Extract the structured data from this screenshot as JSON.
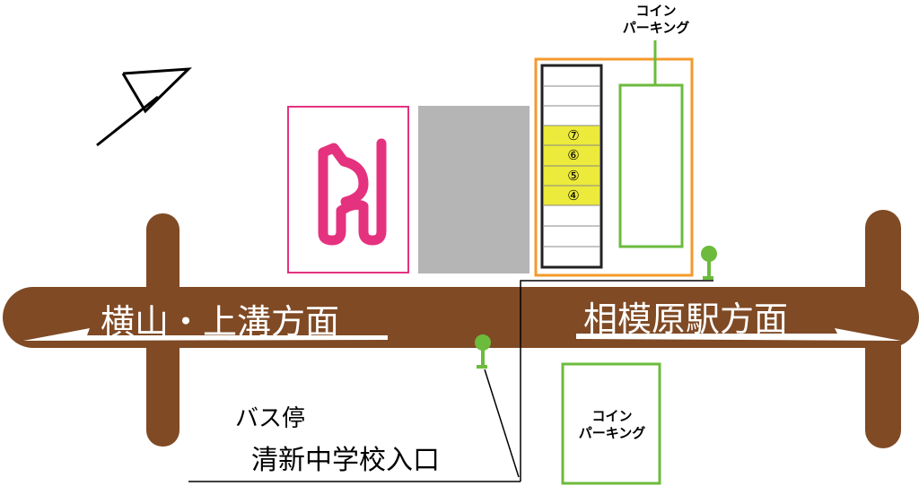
{
  "roads": {
    "west_label": "横山・上溝方面",
    "east_label": "相模原駅方面"
  },
  "parking_top": {
    "line1": "コイン",
    "line2": "パーキング"
  },
  "parking_bottom": {
    "line1": "コイン",
    "line2": "パーキング"
  },
  "bus_stop": {
    "label": "バス停",
    "name": "清新中学校入口"
  },
  "parking_slots": [
    "⑦",
    "⑥",
    "⑤",
    "④"
  ],
  "colors": {
    "road": "#7f4a24",
    "shop": "#e5327f",
    "lot": "#f39a2b",
    "coin_parking": "#6cbb3c",
    "slot_highlight": "#ecea3a",
    "building": "#b5b5b5"
  }
}
